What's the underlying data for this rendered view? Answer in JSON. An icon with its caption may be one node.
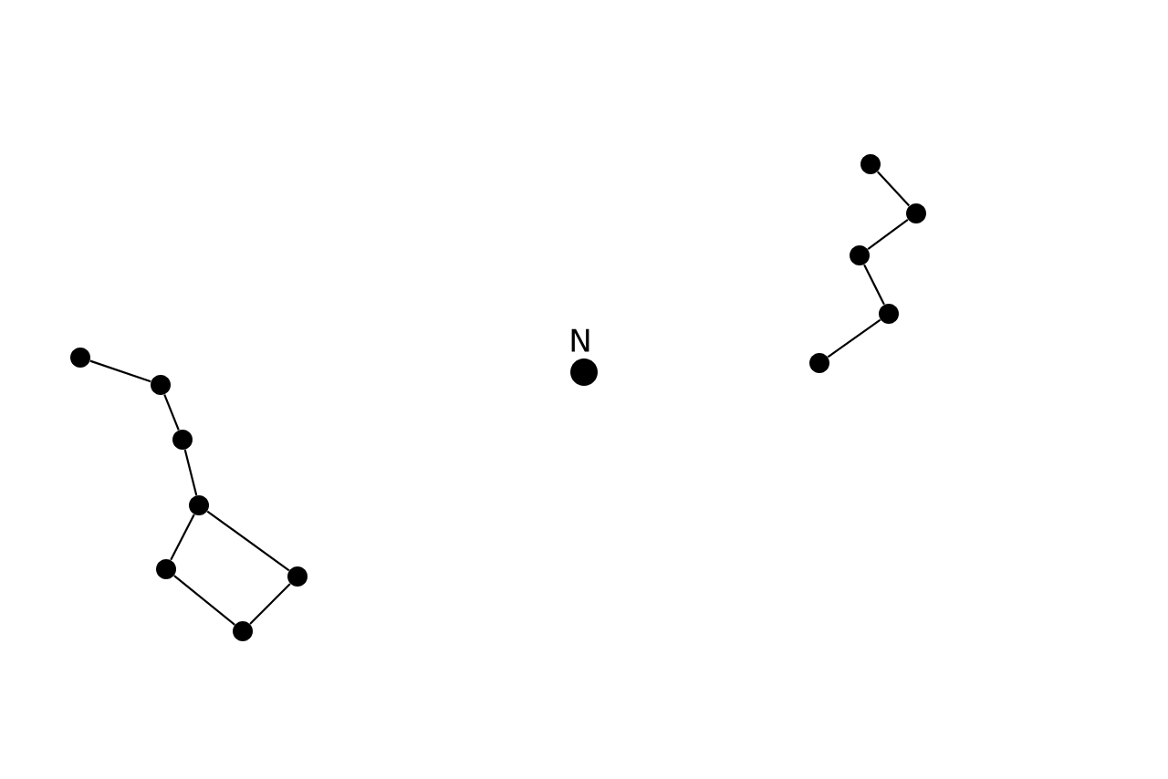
{
  "diagram": {
    "nodes": [
      {
        "text": [],
        "shape": "circle"
      },
      {
        "text": [],
        "shape": "circle"
      },
      {
        "text": [],
        "shape": "circle"
      },
      {
        "text": [],
        "shape": "circle"
      },
      {
        "text": [],
        "shape": "circle"
      },
      {
        "text": [],
        "shape": "circle"
      },
      {
        "text": [],
        "shape": "circle"
      },
      {
        "text": [
          "N"
        ]
      },
      {
        "text": [],
        "shape": "circle"
      },
      {
        "text": [],
        "shape": "circle"
      },
      {
        "text": [],
        "shape": "circle"
      },
      {
        "text": [],
        "shape": "circle"
      },
      {
        "text": [],
        "shape": "circle"
      }
    ],
    "edges": [
      {
        "from": 0,
        "to": 1,
        "arrow": "none"
      },
      {
        "from": 1,
        "to": 2,
        "arrow": "none"
      },
      {
        "from": 2,
        "to": 3,
        "arrow": "none"
      },
      {
        "from": 3,
        "to": 4,
        "arrow": "none"
      },
      {
        "from": 4,
        "to": 5,
        "arrow": "none"
      },
      {
        "from": 5,
        "to": 6,
        "arrow": "none"
      },
      {
        "from": 6,
        "to": 3,
        "arrow": "none"
      },
      {
        "from": 8,
        "to": 9,
        "arrow": "none"
      },
      {
        "from": 9,
        "to": 10,
        "arrow": "none"
      },
      {
        "from": 10,
        "to": 11,
        "arrow": "none"
      },
      {
        "from": 11,
        "to": 12,
        "arrow": "none"
      }
    ]
  }
}
